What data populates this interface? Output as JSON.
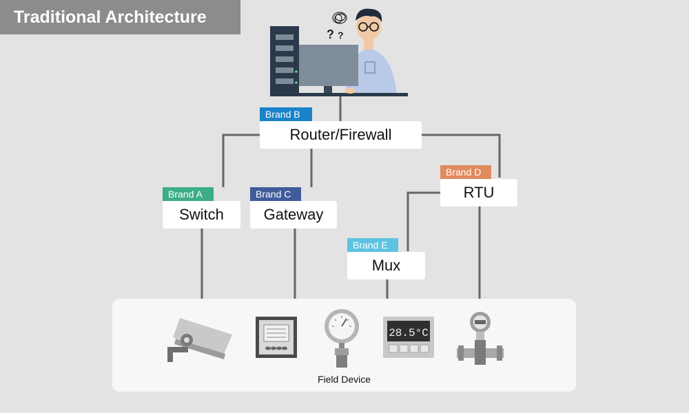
{
  "header": {
    "title": "Traditional Architecture"
  },
  "nodes": {
    "router": {
      "brand": "Brand B",
      "label": "Router/Firewall",
      "brand_color": "#1a82c8"
    },
    "switch": {
      "brand": "Brand A",
      "label": "Switch",
      "brand_color": "#3cad85"
    },
    "gateway": {
      "brand": "Brand C",
      "label": "Gateway",
      "brand_color": "#3f5c9b"
    },
    "rtu": {
      "brand": "Brand D",
      "label": "RTU",
      "brand_color": "#e08a5e"
    },
    "mux": {
      "brand": "Brand E",
      "label": "Mux",
      "brand_color": "#5ec3e0"
    }
  },
  "field": {
    "label": "Field Device",
    "devices": [
      {
        "icon": "security-camera-icon"
      },
      {
        "icon": "power-meter-icon"
      },
      {
        "icon": "pressure-gauge-icon"
      },
      {
        "icon": "temperature-display-icon",
        "reading": "28.5°C"
      },
      {
        "icon": "flow-meter-icon"
      }
    ]
  },
  "colors": {
    "wire": "#666666",
    "background": "#e3e3e3",
    "title_bg": "#8c8c8c"
  }
}
